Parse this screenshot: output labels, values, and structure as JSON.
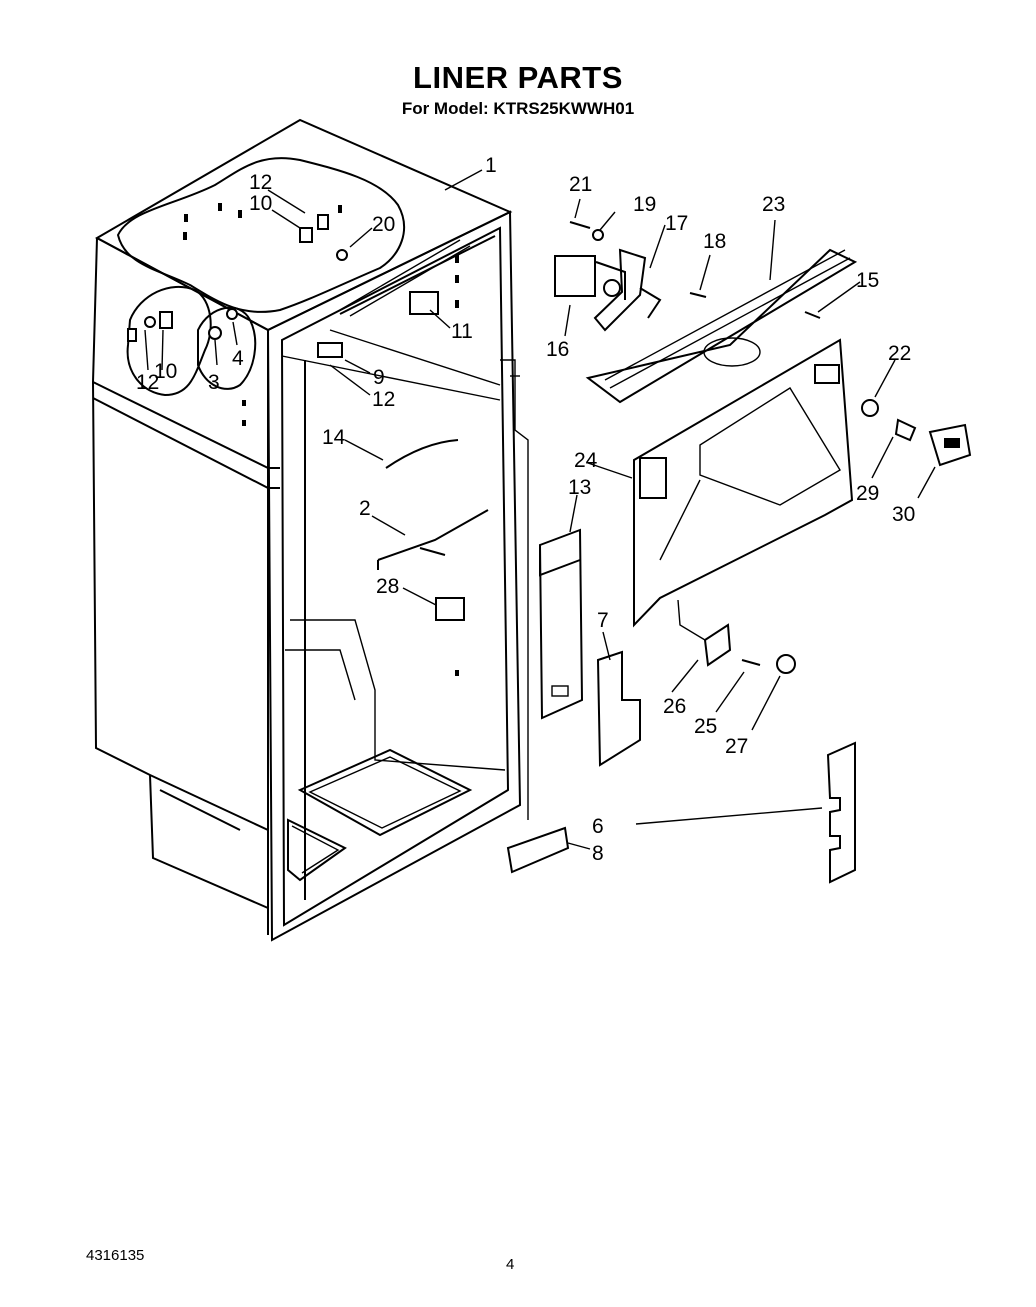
{
  "header": {
    "title": "LINER PARTS",
    "model": "For Model: KTRS25KWWH01"
  },
  "footer": {
    "doc_number": "4316135",
    "page_number": "4"
  },
  "callouts": {
    "c1": "1",
    "c2": "2",
    "c3": "3",
    "c4": "4",
    "c6": "6",
    "c7": "7",
    "c8": "8",
    "c9": "9",
    "c10a": "10",
    "c10b": "10",
    "c11": "11",
    "c12a": "12",
    "c12b": "12",
    "c12c": "12",
    "c13": "13",
    "c14": "14",
    "c15": "15",
    "c16": "16",
    "c17": "17",
    "c18": "18",
    "c19": "19",
    "c20": "20",
    "c21": "21",
    "c22": "22",
    "c23": "23",
    "c24": "24",
    "c25": "25",
    "c26": "26",
    "c27": "27",
    "c28": "28",
    "c29": "29",
    "c30": "30"
  }
}
